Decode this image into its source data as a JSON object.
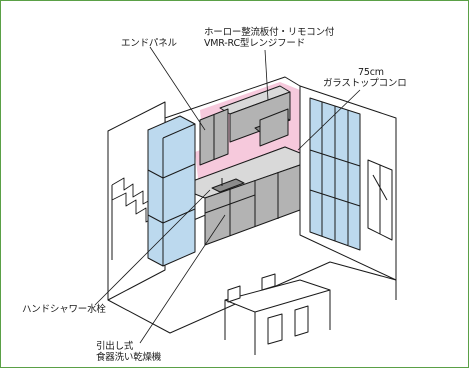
{
  "labels": {
    "end_panel": "エンドパネル",
    "hood_line1": "ホーロー整流板付・リモコン付",
    "hood_line2": "VMR-RC型レンジフード",
    "cooktop_size": "75cm",
    "cooktop_name": "ガラストップコンロ",
    "hand_shower": "ハンドシャワー水栓",
    "dishwasher_line1": "引出し式",
    "dishwasher_line2": "食器洗い乾燥機"
  },
  "colors": {
    "frame": "#5aa046",
    "wall_accent": "#f6c9dc",
    "cabinet_blue": "#bcd9ee",
    "cabinet_grey": "#b3b3b3",
    "cabinet_dark": "#8c8c8c",
    "line": "#1a1a1a"
  }
}
